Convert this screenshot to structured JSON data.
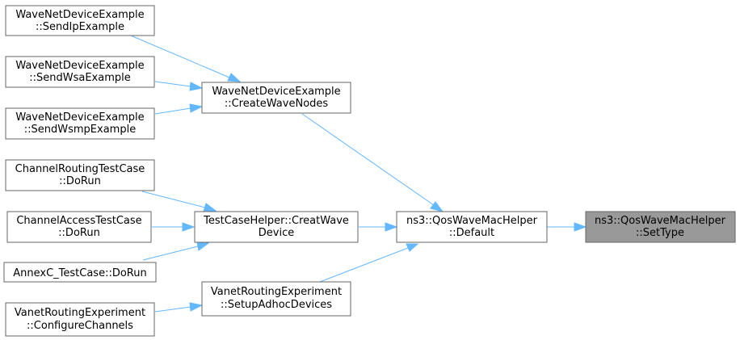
{
  "diagram": {
    "nodes": {
      "send_ip": {
        "line1": "WaveNetDeviceExample",
        "line2": "::SendIpExample"
      },
      "send_wsa": {
        "line1": "WaveNetDeviceExample",
        "line2": "::SendWsaExample"
      },
      "send_wsmp": {
        "line1": "WaveNetDeviceExample",
        "line2": "::SendWsmpExample"
      },
      "create_wave_nodes": {
        "line1": "WaveNetDeviceExample",
        "line2": "::CreateWaveNodes"
      },
      "channel_routing": {
        "line1": "ChannelRoutingTestCase",
        "line2": "::DoRun"
      },
      "channel_access": {
        "line1": "ChannelAccessTestCase",
        "line2": "::DoRun"
      },
      "annexc": {
        "line1": "AnnexC_TestCase::DoRun"
      },
      "creat_wave_device": {
        "line1": "TestCaseHelper::CreatWave",
        "line2": "Device"
      },
      "configure_channels": {
        "line1": "VanetRoutingExperiment",
        "line2": "::ConfigureChannels"
      },
      "setup_adhoc": {
        "line1": "VanetRoutingExperiment",
        "line2": "::SetupAdhocDevices"
      },
      "default": {
        "line1": "ns3::QosWaveMacHelper",
        "line2": "::Default"
      },
      "set_type": {
        "line1": "ns3::QosWaveMacHelper",
        "line2": "::SetType"
      }
    },
    "edges": [
      {
        "from": "default",
        "to": "set_type"
      },
      {
        "from": "create_wave_nodes",
        "to": "default"
      },
      {
        "from": "creat_wave_device",
        "to": "default"
      },
      {
        "from": "setup_adhoc",
        "to": "default"
      },
      {
        "from": "send_ip",
        "to": "create_wave_nodes"
      },
      {
        "from": "send_wsa",
        "to": "create_wave_nodes"
      },
      {
        "from": "send_wsmp",
        "to": "create_wave_nodes"
      },
      {
        "from": "channel_routing",
        "to": "creat_wave_device"
      },
      {
        "from": "channel_access",
        "to": "creat_wave_device"
      },
      {
        "from": "annexc",
        "to": "creat_wave_device"
      },
      {
        "from": "configure_channels",
        "to": "setup_adhoc"
      }
    ],
    "colors": {
      "edge": "#63b8ff",
      "node_border": "#666666",
      "node_fill": "#ffffff",
      "highlight_fill": "#999999"
    }
  }
}
